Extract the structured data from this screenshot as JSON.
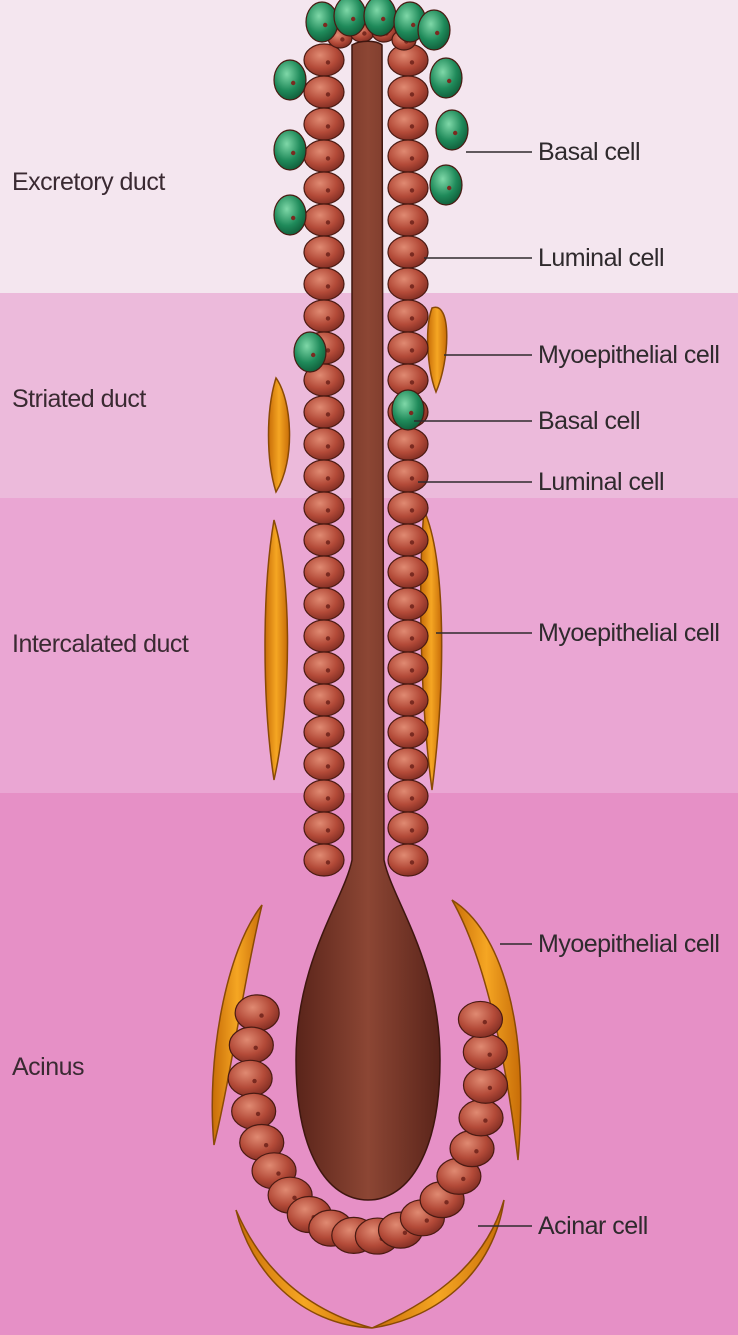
{
  "diagram": {
    "regions": [
      {
        "id": "excretory",
        "label": "Excretory duct"
      },
      {
        "id": "striated",
        "label": "Striated duct"
      },
      {
        "id": "intercalated",
        "label": "Intercalated duct"
      },
      {
        "id": "acinus",
        "label": "Acinus"
      }
    ],
    "callouts": [
      "Basal cell",
      "Luminal cell",
      "Myoepithelial cell",
      "Basal cell",
      "Luminal cell",
      "Myoepithelial cell",
      "Myoepithelial cell",
      "Acinar cell"
    ],
    "colors": {
      "band_excretory": "#f4e6ef",
      "band_striated": "#ecbadb",
      "band_intercalated": "#eaa6d3",
      "band_acinus": "#e690c6",
      "lumen": "#7a3a2c",
      "luminal_cell": "#b44b3c",
      "luminal_cell_light": "#d97a66",
      "basal_cell": "#1f8a5a",
      "basal_cell_light": "#5fc79a",
      "myoepithelial_cell": "#e59212",
      "nucleus": "#8a2b24"
    }
  }
}
